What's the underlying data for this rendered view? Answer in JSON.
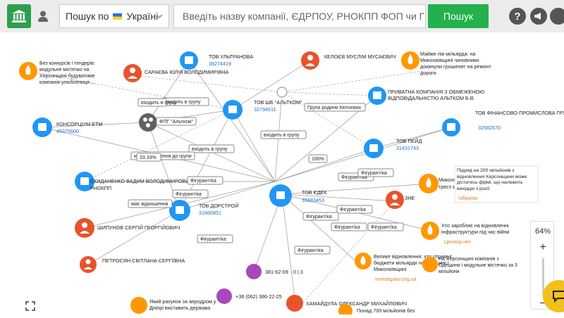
{
  "header": {
    "country_label": "Пошук по",
    "country_value": "Україні",
    "search_placeholder": "Введіть назву компанії, ЄДРПОУ, РНОКПП ФОП чи Г",
    "search_button": "Пошук",
    "help_icon": "?"
  },
  "graph": {
    "nodes": {
      "ultranova": {
        "name": "ТОВ УЛЬТРАНОВА",
        "code": "39274419"
      },
      "saraieva": {
        "name": "САРАЄВА ЮЛІЯ ВОЛОДИМИРІВНА"
      },
      "kelojev": {
        "name": "КЕЛОЄВ МУСЛІМ МУСАЄВИЧ"
      },
      "news_billion": {
        "name": "Майже пів мільярда: на Миколаївщині чиновники докинули грошенят на ремонт дороги"
      },
      "news_kherson": {
        "name": "Без конкурсів і тендерів: модульне містечко на Херсонщині будуватиме компанія-улюблениця ..."
      },
      "altkom": {
        "name": "ТОВ ШБ \"АЛЬТКОМ\"",
        "code": "32794511"
      },
      "group_keloev": {
        "name": "Група родини Келоєвих"
      },
      "private_co": {
        "name": "ПРИВАТНА КОМПАНІЯ З ОБМЕЖЕНОЮ ВІДПОВІДАЛЬНІСТЮ АЛЬТКОМ Б.В."
      },
      "fin_altkom": {
        "name": "ТОВ ФІНАНСОВО-ПРОМИСЛОВА ГРУПА \"АЛЬТКОМ\"",
        "code": "32582570"
      },
      "konsortsium": {
        "name": "КОНСОРЦІУМ ЕТМ",
        "code": "45375600"
      },
      "fpg_altkom": {
        "name": "ФПГ \"Альтком\""
      },
      "peid": {
        "name": "ТОВ ПЕЙД",
        "code": "31431743"
      },
      "dorstroi": {
        "name": "ТОВ ДОРСТРОЙ",
        "code": "31660851"
      },
      "edk": {
        "name": "ТОВ ЄДЕК",
        "code": "35683453"
      },
      "skydanenko": {
        "name": "СКИДАНЕНКО ВАДИМ ВОЛОДИМИРОВИЧ",
        "sub": "РНОКПП"
      },
      "shypunov": {
        "name": "ШИПУНОВ СЕРГІЙ ГЕОРГІЙОВИЧ"
      },
      "petrosian": {
        "name": "ПЕТРОСЯН СВІТЛАНА СЕРГІЇВНА"
      },
      "mykolo": {
        "name": "Миколо",
        "sub": "трест м контр утрима"
      },
      "zne": {
        "name": "ЗНЕ"
      },
      "news_200mln": {
        "name": "Підряд на 200 мільйонів з відновлення Херсонщини може дістатись фірмі, що належить вихідцю з росії",
        "source": "Ізбірком"
      },
      "news_restored": {
        "name": "Хто заробляє на відновленні інфраструктури під час війни",
        "source": "Ценаор.нет"
      },
      "news_big": {
        "name": "Велике відновлення: хто отримує бюджети мільярди на Одещині і Миколаївщині",
        "source": "investigator.org.ua"
      },
      "news_odesa": {
        "name": "На Херсонщині компанія з Одещини і модульне містечко за 3 мільйони"
      },
      "phone1": {
        "name": "381-62-09",
        "extra": "0 | 3"
      },
      "phone2": {
        "name": "+38 (062) 386-22-25"
      },
      "khamaidula": {
        "name": "ХАМАЙДУЛА ОЛЕКСАНДР МИХАЙЛОВИЧ"
      },
      "news_dnipro": {
        "name": "Який рахунок за аеродром у Дніпрі виставить держава"
      },
      "news_700": {
        "name": "Понад 700 мільйонів без"
      }
    },
    "tags": {
      "entering_group": "входить в групу",
      "participant": "Фігурант/ка",
      "has_share": "має відношення до групи",
      "pct_33": "33.33%",
      "pct_100": "100%",
      "has_rel": "має відношення"
    }
  },
  "zoom": {
    "level": "64%",
    "plus": "+",
    "minus": "−"
  }
}
